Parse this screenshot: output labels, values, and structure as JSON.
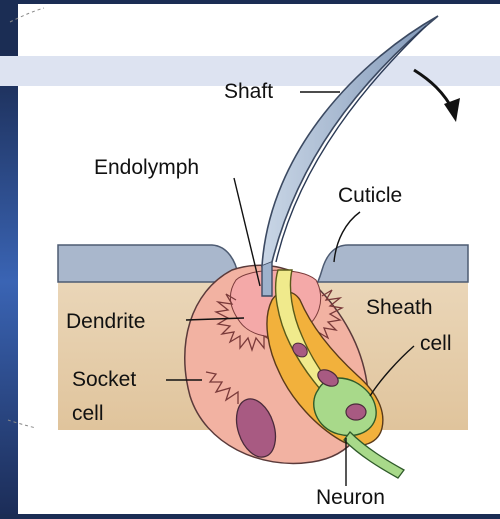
{
  "labels": {
    "shaft": "Shaft",
    "endolymph": "Endolymph",
    "cuticle": "Cuticle",
    "dendrite": "Dendrite",
    "sheath_line1": "Sheath",
    "sheath_line2": "cell",
    "socket_line1": "Socket",
    "socket_line2": "cell",
    "neuron": "Neuron"
  },
  "colors": {
    "frame_background": "#1b2d54",
    "panel_background": "#ffffff",
    "top_band": "#dde3f1",
    "cuticle": "#a9b7cc",
    "epidermis": "#e8d2b0",
    "socket_cell": "#f2b2a2",
    "dendrite": "#f0ea8c",
    "sheath_cell": "#f2b13c",
    "neuron": "#a8d98a",
    "nucleus": "#a85a82",
    "shaft": "#9eb2cc"
  }
}
